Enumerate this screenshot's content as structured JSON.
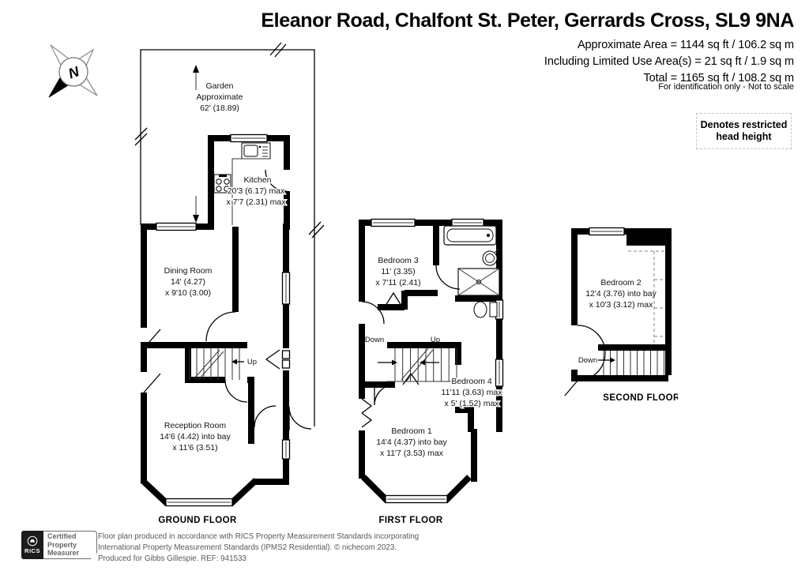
{
  "header": {
    "title": "Eleanor Road, Chalfont St. Peter, Gerrards Cross, SL9 9NA",
    "area_line1": "Approximate Area = 1144 sq ft / 106.2 sq m",
    "area_line2": "Including Limited Use Area(s) = 21 sq ft / 1.9 sq m",
    "area_line3": "Total = 1165 sq ft / 108.2 sq m",
    "disclaimer": "For identification only - Not to scale",
    "legend_note": "Denotes restricted head height"
  },
  "compass": {
    "north_label": "N"
  },
  "floors": {
    "ground": {
      "label": "GROUND FLOOR",
      "garden": {
        "l1": "Garden",
        "l2": "Approximate",
        "l3": "62' (18.89)"
      },
      "kitchen": {
        "l1": "Kitchen",
        "l2": "20'3 (6.17) max",
        "l3": "x 7'7 (2.31) max"
      },
      "dining": {
        "l1": "Dining Room",
        "l2": "14' (4.27)",
        "l3": "x 9'10 (3.00)"
      },
      "reception": {
        "l1": "Reception Room",
        "l2": "14'6 (4.42) into bay",
        "l3": "x 11'6 (3.51)"
      },
      "stairs_up": "Up"
    },
    "first": {
      "label": "FIRST FLOOR",
      "bedroom3": {
        "l1": "Bedroom 3",
        "l2": "11' (3.35)",
        "l3": "x 7'11 (2.41)"
      },
      "bedroom4": {
        "l1": "Bedroom 4",
        "l2": "11'11 (3.63) max",
        "l3": "x 5' (1.52) max"
      },
      "bedroom1": {
        "l1": "Bedroom 1",
        "l2": "14'4 (4.37) into bay",
        "l3": "x 11'7 (3.53) max"
      },
      "stairs_down": "Down",
      "stairs_up": "Up"
    },
    "second": {
      "label": "SECOND FLOOR",
      "bedroom2": {
        "l1": "Bedroom 2",
        "l2": "12'4 (3.76) into bay",
        "l3": "x 10'3 (3.12) max"
      },
      "stairs_down": "Down"
    }
  },
  "footer": {
    "rics_label": "RICS",
    "badge_line1": "Certified",
    "badge_line2": "Property",
    "badge_line3": "Measurer",
    "note_line1": "Floor plan produced in accordance with RICS Property Measurement Standards incorporating",
    "note_line2": "International Property Measurement Standards (IPMS2 Residential).   © nichecom 2023.",
    "note_line3": "Produced for Gibbs Gillespie.   REF: 941533"
  },
  "colors": {
    "wall": "#000000",
    "footer_text": "#595959",
    "legend_border": "#c4c4c4",
    "restricted_dash": "#9a9a9a"
  }
}
